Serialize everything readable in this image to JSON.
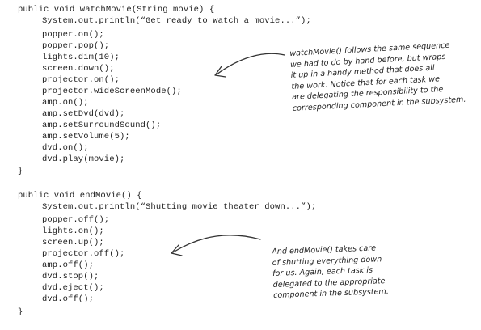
{
  "code": {
    "watch_movie": {
      "signature": "public void watchMovie(String movie) {",
      "body": [
        "System.out.println(“Get ready to watch a movie...”);",
        "popper.on();",
        "popper.pop();",
        "lights.dim(10);",
        "screen.down();",
        "projector.on();",
        "projector.wideScreenMode();",
        "amp.on();",
        "amp.setDvd(dvd);",
        "amp.setSurroundSound();",
        "amp.setVolume(5);",
        "dvd.on();",
        "dvd.play(movie);"
      ],
      "close": "}"
    },
    "end_movie": {
      "signature": "public void endMovie() {",
      "body": [
        "System.out.println(“Shutting movie theater down...”);",
        "popper.off();",
        "lights.on();",
        "screen.up();",
        "projector.off();",
        "amp.off();",
        "dvd.stop();",
        "dvd.eject();",
        "dvd.off();"
      ],
      "close": "}"
    }
  },
  "annotations": {
    "watch_movie_note": [
      "watchMovie() follows the same sequence",
      "we had to do by hand before, but wraps",
      "it up in a handy method that does all",
      "the work.  Notice that for each task we",
      "are delegating the responsibility to the",
      "corresponding component in the subsystem."
    ],
    "end_movie_note": [
      "And endMovie() takes care",
      "of shutting everything down",
      "for us.  Again, each task is",
      "delegated to the appropriate",
      "component in the subsystem."
    ]
  }
}
